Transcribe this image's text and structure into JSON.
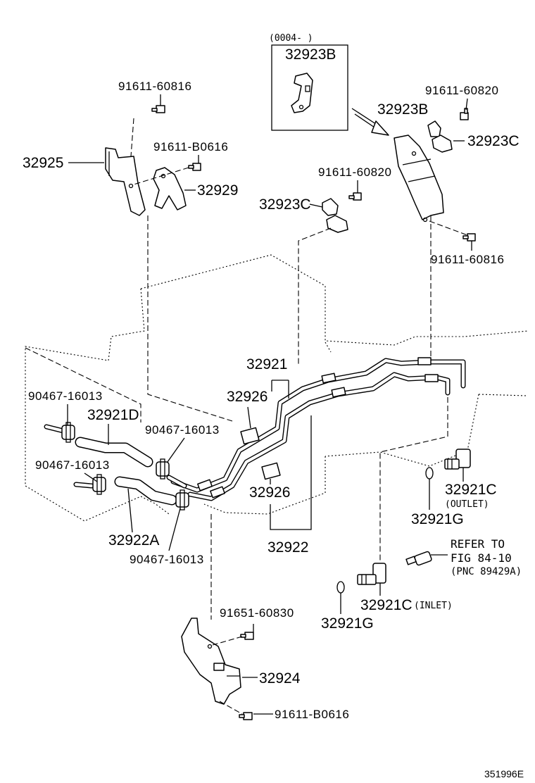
{
  "labels": {
    "inset_range": "(0004-        )",
    "inset_part": "32923B",
    "p32925": "32925",
    "p91611_60816_a": "91611-60816",
    "p91611_b0616_a": "91611-B0616",
    "p32929": "32929",
    "p91611_60820_a": "91611-60820",
    "p32923c_a": "32923C",
    "p32923b": "32923B",
    "p91611_60820_b": "91611-60820",
    "p32923c_b": "32923C",
    "p91611_60816_b": "91611-60816",
    "p32921": "32921",
    "p32926_a": "32926",
    "p90467_a": "90467-16013",
    "p32921d": "32921D",
    "p90467_b": "90467-16013",
    "p90467_c": "90467-16013",
    "p32926_b": "32926",
    "p32922a": "32922A",
    "p90467_d": "90467-16013",
    "p32922": "32922",
    "p32921c_out": "32921C",
    "outlet": "(OUTLET)",
    "p32921g_a": "32921G",
    "refer_1": "REFER TO",
    "refer_2": "FIG 84-10",
    "refer_3": "(PNC 89429A)",
    "p32921c_in": "32921C",
    "inlet": "(INLET)",
    "p32921g_b": "32921G",
    "p91651": "91651-60830",
    "p32924": "32924",
    "p91611_b0616_b": "91611-B0616",
    "diagram_id": "351996E"
  }
}
